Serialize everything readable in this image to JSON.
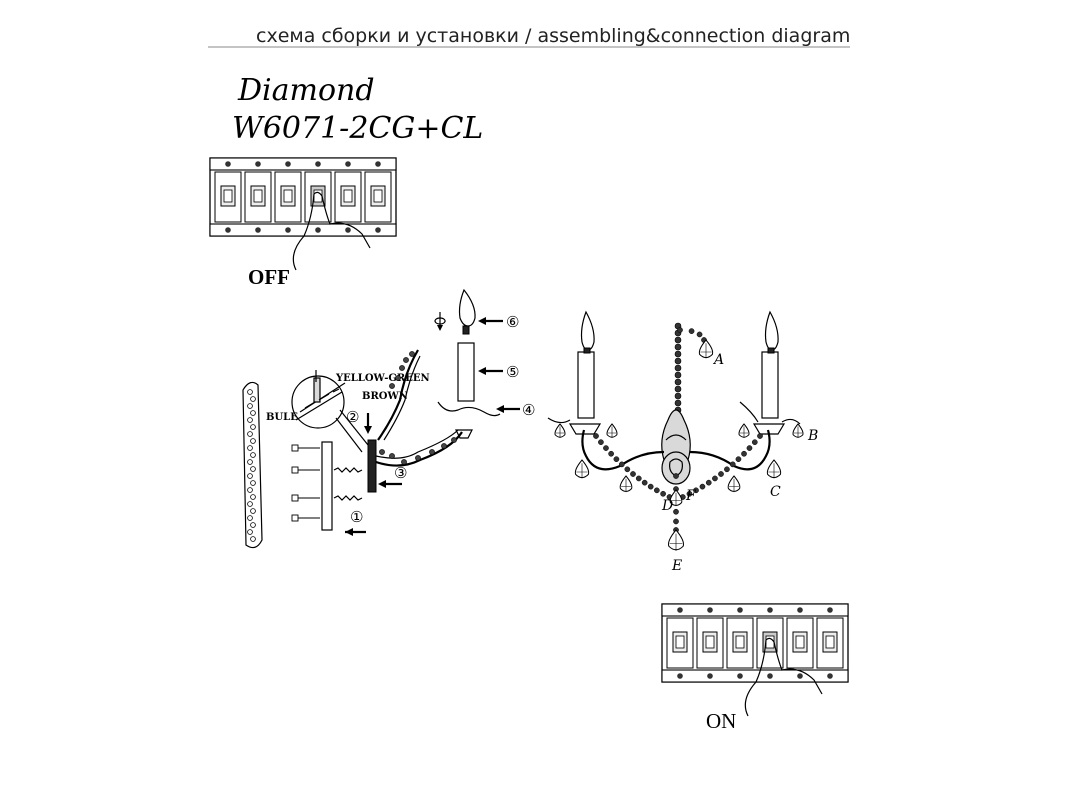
{
  "header": {
    "title": "схема сборки и установки / assembling&connection diagram"
  },
  "model": {
    "series": "Diamond",
    "code": "W6071-2CG+CL"
  },
  "switch": {
    "off_label": "OFF",
    "on_label": "ON"
  },
  "wires": {
    "ground": "YELLOW-GREEN",
    "live": "BROWN",
    "neutral": "BULE"
  },
  "steps": [
    "①",
    "②",
    "③",
    "④",
    "⑤",
    "⑥"
  ],
  "parts": [
    "A",
    "B",
    "C",
    "D",
    "E",
    "F"
  ]
}
